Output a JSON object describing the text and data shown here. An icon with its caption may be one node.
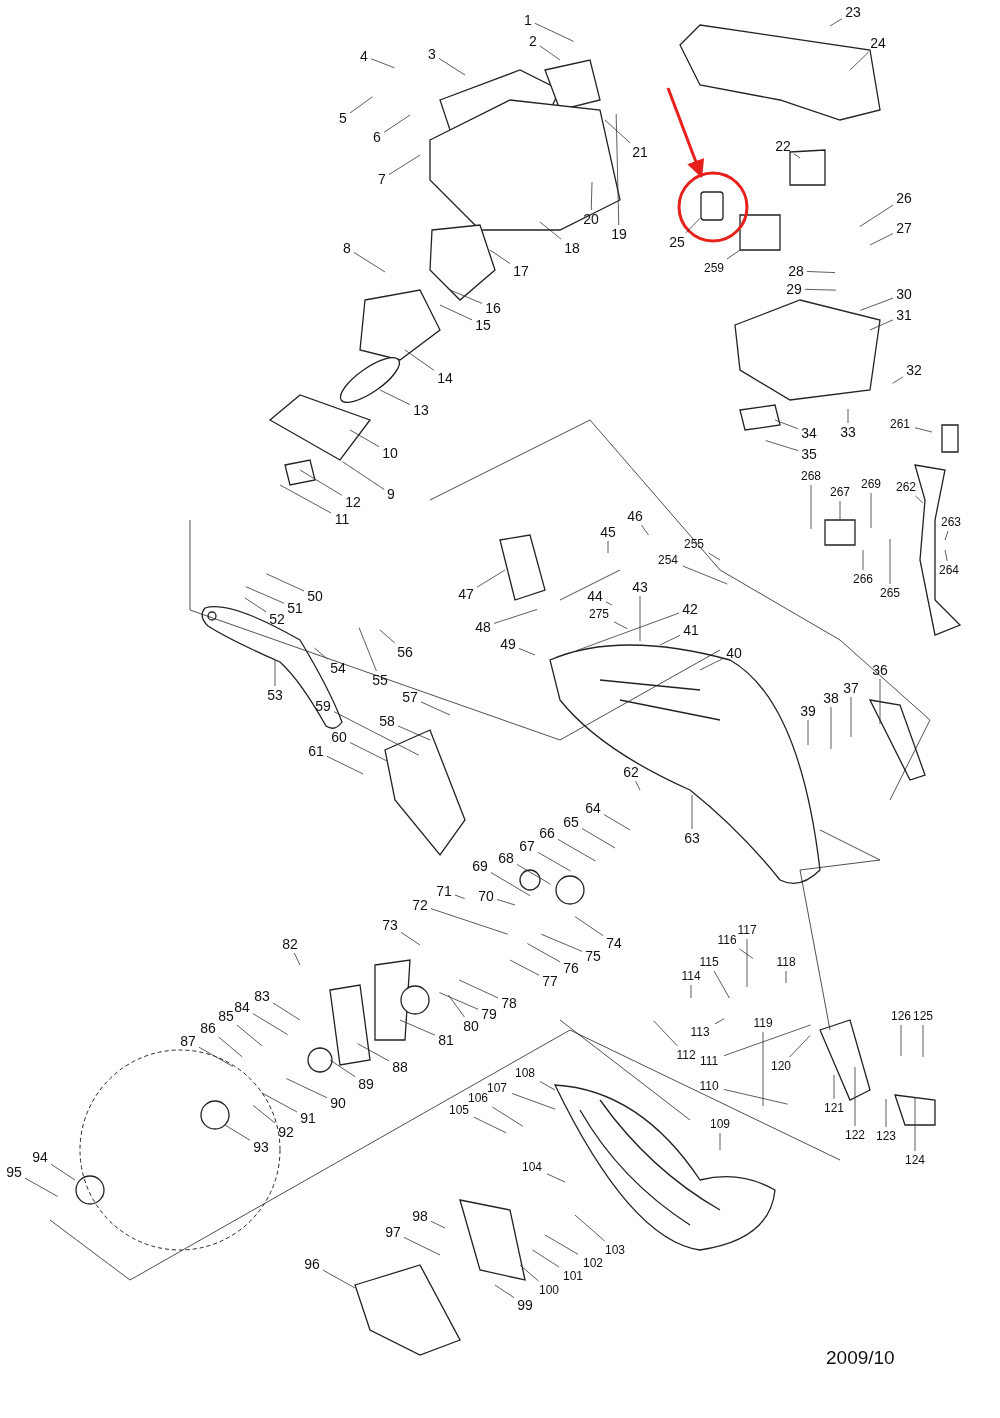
{
  "diagram": {
    "nodes": [
      {
        "text": [
          "1"
        ]
      },
      {
        "text": [
          "2"
        ]
      },
      {
        "text": [
          "3"
        ]
      },
      {
        "text": [
          "4"
        ]
      },
      {
        "text": [
          "5"
        ]
      },
      {
        "text": [
          "6"
        ]
      },
      {
        "text": [
          "7"
        ]
      },
      {
        "text": [
          "8"
        ]
      },
      {
        "text": [
          "9"
        ]
      },
      {
        "text": [
          "10"
        ]
      },
      {
        "text": [
          "11"
        ]
      },
      {
        "text": [
          "12"
        ]
      },
      {
        "text": [
          "13"
        ]
      },
      {
        "text": [
          "14"
        ]
      },
      {
        "text": [
          "15"
        ]
      },
      {
        "text": [
          "16"
        ]
      },
      {
        "text": [
          "17"
        ]
      },
      {
        "text": [
          "18"
        ]
      },
      {
        "text": [
          "19"
        ]
      },
      {
        "text": [
          "20"
        ]
      },
      {
        "text": [
          "21"
        ]
      },
      {
        "text": [
          "22"
        ]
      },
      {
        "text": [
          "23"
        ]
      },
      {
        "text": [
          "24"
        ]
      },
      {
        "text": [
          "25"
        ]
      },
      {
        "text": [
          "26"
        ]
      },
      {
        "text": [
          "27"
        ]
      },
      {
        "text": [
          "28"
        ]
      },
      {
        "text": [
          "29"
        ]
      },
      {
        "text": [
          "30"
        ]
      },
      {
        "text": [
          "31"
        ]
      },
      {
        "text": [
          "32"
        ]
      },
      {
        "text": [
          "33"
        ]
      },
      {
        "text": [
          "34"
        ]
      },
      {
        "text": [
          "35"
        ]
      },
      {
        "text": [
          "36"
        ]
      },
      {
        "text": [
          "37"
        ]
      },
      {
        "text": [
          "38"
        ]
      },
      {
        "text": [
          "39"
        ]
      },
      {
        "text": [
          "40"
        ]
      },
      {
        "text": [
          "41"
        ]
      },
      {
        "text": [
          "42"
        ]
      },
      {
        "text": [
          "43"
        ]
      },
      {
        "text": [
          "44"
        ]
      },
      {
        "text": [
          "45"
        ]
      },
      {
        "text": [
          "46"
        ]
      },
      {
        "text": [
          "47"
        ]
      },
      {
        "text": [
          "48"
        ]
      },
      {
        "text": [
          "49"
        ]
      },
      {
        "text": [
          "50"
        ]
      },
      {
        "text": [
          "51"
        ]
      },
      {
        "text": [
          "52"
        ]
      },
      {
        "text": [
          "53"
        ]
      },
      {
        "text": [
          "54"
        ]
      },
      {
        "text": [
          "55"
        ]
      },
      {
        "text": [
          "56"
        ]
      },
      {
        "text": [
          "57"
        ]
      },
      {
        "text": [
          "58"
        ]
      },
      {
        "text": [
          "59"
        ]
      },
      {
        "text": [
          "60"
        ]
      },
      {
        "text": [
          "61"
        ]
      },
      {
        "text": [
          "62"
        ]
      },
      {
        "text": [
          "63"
        ]
      },
      {
        "text": [
          "64"
        ]
      },
      {
        "text": [
          "65"
        ]
      },
      {
        "text": [
          "66"
        ]
      },
      {
        "text": [
          "67"
        ]
      },
      {
        "text": [
          "68"
        ]
      },
      {
        "text": [
          "69"
        ]
      },
      {
        "text": [
          "70"
        ]
      },
      {
        "text": [
          "71"
        ]
      },
      {
        "text": [
          "72"
        ]
      },
      {
        "text": [
          "73"
        ]
      },
      {
        "text": [
          "74"
        ]
      },
      {
        "text": [
          "75"
        ]
      },
      {
        "text": [
          "76"
        ]
      },
      {
        "text": [
          "77"
        ]
      },
      {
        "text": [
          "78"
        ]
      },
      {
        "text": [
          "79"
        ]
      },
      {
        "text": [
          "80"
        ]
      },
      {
        "text": [
          "81"
        ]
      },
      {
        "text": [
          "82"
        ]
      },
      {
        "text": [
          "83"
        ]
      },
      {
        "text": [
          "84"
        ]
      },
      {
        "text": [
          "85"
        ]
      },
      {
        "text": [
          "86"
        ]
      },
      {
        "text": [
          "87"
        ]
      },
      {
        "text": [
          "88"
        ]
      },
      {
        "text": [
          "89"
        ]
      },
      {
        "text": [
          "90"
        ]
      },
      {
        "text": [
          "91"
        ]
      },
      {
        "text": [
          "92"
        ]
      },
      {
        "text": [
          "93"
        ]
      },
      {
        "text": [
          "94"
        ]
      },
      {
        "text": [
          "95"
        ]
      },
      {
        "text": [
          "96"
        ]
      },
      {
        "text": [
          "97"
        ]
      },
      {
        "text": [
          "98"
        ]
      },
      {
        "text": [
          "99"
        ]
      },
      {
        "text": [
          "100"
        ]
      },
      {
        "text": [
          "101"
        ]
      },
      {
        "text": [
          "102"
        ]
      },
      {
        "text": [
          "103"
        ]
      },
      {
        "text": [
          "104"
        ]
      },
      {
        "text": [
          "105"
        ]
      },
      {
        "text": [
          "106"
        ]
      },
      {
        "text": [
          "107"
        ]
      },
      {
        "text": [
          "108"
        ]
      },
      {
        "text": [
          "109"
        ]
      },
      {
        "text": [
          "110"
        ]
      },
      {
        "text": [
          "111"
        ]
      },
      {
        "text": [
          "112"
        ]
      },
      {
        "text": [
          "113"
        ]
      },
      {
        "text": [
          "114"
        ]
      },
      {
        "text": [
          "115"
        ]
      },
      {
        "text": [
          "116"
        ]
      },
      {
        "text": [
          "117"
        ]
      },
      {
        "text": [
          "118"
        ]
      },
      {
        "text": [
          "119"
        ]
      },
      {
        "text": [
          "120"
        ]
      },
      {
        "text": [
          "121"
        ]
      },
      {
        "text": [
          "122"
        ]
      },
      {
        "text": [
          "123"
        ]
      },
      {
        "text": [
          "124"
        ]
      },
      {
        "text": [
          "125"
        ]
      },
      {
        "text": [
          "126"
        ]
      },
      {
        "text": [
          "254"
        ]
      },
      {
        "text": [
          "255"
        ]
      },
      {
        "text": [
          "259"
        ]
      },
      {
        "text": [
          "261"
        ]
      },
      {
        "text": [
          "262"
        ]
      },
      {
        "text": [
          "263"
        ]
      },
      {
        "text": [
          "264"
        ]
      },
      {
        "text": [
          "265"
        ]
      },
      {
        "text": [
          "266"
        ]
      },
      {
        "text": [
          "267"
        ]
      },
      {
        "text": [
          "268"
        ]
      },
      {
        "text": [
          "269"
        ]
      },
      {
        "text": [
          "275"
        ]
      },
      {
        "text": [],
        "shape": "circle"
      },
      {
        "text": [],
        "shape": "box",
        "in": 139
      }
    ],
    "edges": [
      {
        "from": 0,
        "to": null,
        "arrow": "none"
      },
      {
        "from": 1,
        "to": null,
        "arrow": "none"
      },
      {
        "from": 2,
        "to": null,
        "arrow": "none"
      },
      {
        "from": 3,
        "to": null,
        "arrow": "none"
      },
      {
        "from": 4,
        "to": null,
        "arrow": "none"
      },
      {
        "from": 5,
        "to": null,
        "arrow": "none"
      },
      {
        "from": 6,
        "to": null,
        "arrow": "none"
      },
      {
        "from": 7,
        "to": null,
        "arrow": "none"
      },
      {
        "from": 8,
        "to": null,
        "arrow": "none"
      },
      {
        "from": 9,
        "to": null,
        "arrow": "none"
      },
      {
        "from": 10,
        "to": null,
        "arrow": "none"
      },
      {
        "from": 11,
        "to": null,
        "arrow": "none"
      },
      {
        "from": 12,
        "to": null,
        "arrow": "none"
      },
      {
        "from": 13,
        "to": null,
        "arrow": "none"
      },
      {
        "from": 14,
        "to": null,
        "arrow": "none"
      },
      {
        "from": 15,
        "to": null,
        "arrow": "none"
      },
      {
        "from": 16,
        "to": null,
        "arrow": "none"
      },
      {
        "from": 17,
        "to": null,
        "arrow": "none"
      },
      {
        "from": 18,
        "to": null,
        "arrow": "none"
      },
      {
        "from": 19,
        "to": null,
        "arrow": "none"
      },
      {
        "from": 20,
        "to": null,
        "arrow": "none"
      },
      {
        "from": 21,
        "to": null,
        "arrow": "none"
      },
      {
        "from": 22,
        "to": null,
        "arrow": "none"
      },
      {
        "from": 23,
        "to": null,
        "arrow": "none"
      },
      {
        "from": 24,
        "to": 140,
        "arrow": "none"
      },
      {
        "from": 25,
        "to": null,
        "arrow": "none"
      },
      {
        "from": 26,
        "to": null,
        "arrow": "none"
      },
      {
        "from": 27,
        "to": null,
        "arrow": "none"
      },
      {
        "from": 28,
        "to": null,
        "arrow": "none"
      },
      {
        "from": 29,
        "to": null,
        "arrow": "none"
      },
      {
        "from": 30,
        "to": null,
        "arrow": "none"
      },
      {
        "from": 31,
        "to": null,
        "arrow": "none"
      },
      {
        "from": 32,
        "to": null,
        "arrow": "none"
      },
      {
        "from": 33,
        "to": null,
        "arrow": "none"
      },
      {
        "from": 34,
        "to": null,
        "arrow": "none"
      },
      {
        "from": 35,
        "to": null,
        "arrow": "none"
      },
      {
        "from": 36,
        "to": null,
        "arrow": "none"
      },
      {
        "from": 37,
        "to": null,
        "arrow": "none"
      },
      {
        "from": 38,
        "to": null,
        "arrow": "none"
      },
      {
        "from": 39,
        "to": null,
        "arrow": "none"
      },
      {
        "from": 40,
        "to": null,
        "arrow": "none"
      },
      {
        "from": 41,
        "to": null,
        "arrow": "none"
      },
      {
        "from": 42,
        "to": null,
        "arrow": "none"
      },
      {
        "from": 43,
        "to": null,
        "arrow": "none"
      },
      {
        "from": 44,
        "to": null,
        "arrow": "none"
      },
      {
        "from": 45,
        "to": null,
        "arrow": "none"
      },
      {
        "from": 46,
        "to": null,
        "arrow": "none"
      },
      {
        "from": 47,
        "to": null,
        "arrow": "none"
      },
      {
        "from": 48,
        "to": null,
        "arrow": "none"
      },
      {
        "from": 49,
        "to": null,
        "arrow": "none"
      },
      {
        "from": 50,
        "to": null,
        "arrow": "none"
      },
      {
        "from": 51,
        "to": null,
        "arrow": "none"
      },
      {
        "from": 52,
        "to": null,
        "arrow": "none"
      },
      {
        "from": 53,
        "to": null,
        "arrow": "none"
      },
      {
        "from": 54,
        "to": null,
        "arrow": "none"
      },
      {
        "from": 55,
        "to": null,
        "arrow": "none"
      },
      {
        "from": 56,
        "to": null,
        "arrow": "none"
      },
      {
        "from": 57,
        "to": null,
        "arrow": "none"
      },
      {
        "from": 58,
        "to": null,
        "arrow": "none"
      },
      {
        "from": 59,
        "to": null,
        "arrow": "none"
      },
      {
        "from": 60,
        "to": null,
        "arrow": "none"
      },
      {
        "from": 61,
        "to": null,
        "arrow": "none"
      },
      {
        "from": 62,
        "to": null,
        "arrow": "none"
      },
      {
        "from": 63,
        "to": null,
        "arrow": "none"
      },
      {
        "from": 64,
        "to": null,
        "arrow": "none"
      },
      {
        "from": 65,
        "to": null,
        "arrow": "none"
      },
      {
        "from": 66,
        "to": null,
        "arrow": "none"
      },
      {
        "from": 67,
        "to": null,
        "arrow": "none"
      },
      {
        "from": 68,
        "to": null,
        "arrow": "none"
      },
      {
        "from": 69,
        "to": null,
        "arrow": "none"
      },
      {
        "from": 70,
        "to": null,
        "arrow": "none"
      },
      {
        "from": 71,
        "to": null,
        "arrow": "none"
      },
      {
        "from": 72,
        "to": null,
        "arrow": "none"
      },
      {
        "from": 73,
        "to": null,
        "arrow": "none"
      },
      {
        "from": 74,
        "to": null,
        "arrow": "none"
      },
      {
        "from": 75,
        "to": null,
        "arrow": "none"
      },
      {
        "from": 76,
        "to": null,
        "arrow": "none"
      },
      {
        "from": 77,
        "to": null,
        "arrow": "none"
      },
      {
        "from": 78,
        "to": null,
        "arrow": "none"
      },
      {
        "from": 79,
        "to": null,
        "arrow": "none"
      },
      {
        "from": 80,
        "to": null,
        "arrow": "none"
      },
      {
        "from": 81,
        "to": null,
        "arrow": "none"
      },
      {
        "from": 82,
        "to": null,
        "arrow": "none"
      },
      {
        "from": 83,
        "to": null,
        "arrow": "none"
      },
      {
        "from": 84,
        "to": null,
        "arrow": "none"
      },
      {
        "from": 85,
        "to": null,
        "arrow": "none"
      },
      {
        "from": 86,
        "to": null,
        "arrow": "none"
      },
      {
        "from": 87,
        "to": null,
        "arrow": "none"
      },
      {
        "from": 88,
        "to": null,
        "arrow": "none"
      },
      {
        "from": 89,
        "to": null,
        "arrow": "none"
      },
      {
        "from": 90,
        "to": null,
        "arrow": "none"
      },
      {
        "from": 91,
        "to": null,
        "arrow": "none"
      },
      {
        "from": 92,
        "to": null,
        "arrow": "none"
      },
      {
        "from": 93,
        "to": null,
        "arrow": "none"
      },
      {
        "from": 94,
        "to": null,
        "arrow": "none"
      },
      {
        "from": 95,
        "to": null,
        "arrow": "none"
      },
      {
        "from": 96,
        "to": null,
        "arrow": "none"
      },
      {
        "from": 97,
        "to": null,
        "arrow": "none"
      },
      {
        "from": 98,
        "to": null,
        "arrow": "none"
      },
      {
        "from": 99,
        "to": null,
        "arrow": "none"
      },
      {
        "from": 100,
        "to": null,
        "arrow": "none"
      },
      {
        "from": 101,
        "to": null,
        "arrow": "none"
      },
      {
        "from": 102,
        "to": null,
        "arrow": "none"
      },
      {
        "from": 103,
        "to": null,
        "arrow": "none"
      },
      {
        "from": 104,
        "to": null,
        "arrow": "none"
      },
      {
        "from": 105,
        "to": null,
        "arrow": "none"
      },
      {
        "from": 106,
        "to": null,
        "arrow": "none"
      },
      {
        "from": 107,
        "to": null,
        "arrow": "none"
      },
      {
        "from": 108,
        "to": null,
        "arrow": "none"
      },
      {
        "from": 109,
        "to": null,
        "arrow": "none"
      },
      {
        "from": 110,
        "to": null,
        "arrow": "none"
      },
      {
        "from": 111,
        "to": null,
        "arrow": "none"
      },
      {
        "from": 112,
        "to": null,
        "arrow": "none"
      },
      {
        "from": 113,
        "to": null,
        "arrow": "none"
      },
      {
        "from": 114,
        "to": null,
        "arrow": "none"
      },
      {
        "from": 115,
        "to": null,
        "arrow": "none"
      },
      {
        "from": 116,
        "to": null,
        "arrow": "none"
      },
      {
        "from": 117,
        "to": null,
        "arrow": "none"
      },
      {
        "from": 118,
        "to": null,
        "arrow": "none"
      },
      {
        "from": 119,
        "to": null,
        "arrow": "none"
      },
      {
        "from": 120,
        "to": null,
        "arrow": "none"
      },
      {
        "from": 121,
        "to": null,
        "arrow": "none"
      },
      {
        "from": 122,
        "to": null,
        "arrow": "none"
      },
      {
        "from": 123,
        "to": null,
        "arrow": "none"
      },
      {
        "from": 124,
        "to": null,
        "arrow": "none"
      },
      {
        "from": 125,
        "to": null,
        "arrow": "none"
      },
      {
        "from": 126,
        "to": null,
        "arrow": "none"
      },
      {
        "from": 127,
        "to": null,
        "arrow": "none"
      },
      {
        "from": 128,
        "to": null,
        "arrow": "none"
      },
      {
        "from": 129,
        "to": null,
        "arrow": "none"
      },
      {
        "from": 130,
        "to": null,
        "arrow": "none"
      },
      {
        "from": 131,
        "to": null,
        "arrow": "none"
      },
      {
        "from": 132,
        "to": null,
        "arrow": "none"
      },
      {
        "from": 133,
        "to": null,
        "arrow": "none"
      },
      {
        "from": 134,
        "to": null,
        "arrow": "none"
      },
      {
        "from": 135,
        "to": null,
        "arrow": "none"
      },
      {
        "from": 136,
        "to": null,
        "arrow": "none"
      },
      {
        "from": 137,
        "to": null,
        "arrow": "none"
      },
      {
        "from": 138,
        "to": null,
        "arrow": "none"
      },
      {
        "from": null,
        "to": 139,
        "arrow": "to",
        "style": "thick",
        "color": "#e8201c"
      }
    ],
    "labels": [
      "2009/10"
    ]
  }
}
